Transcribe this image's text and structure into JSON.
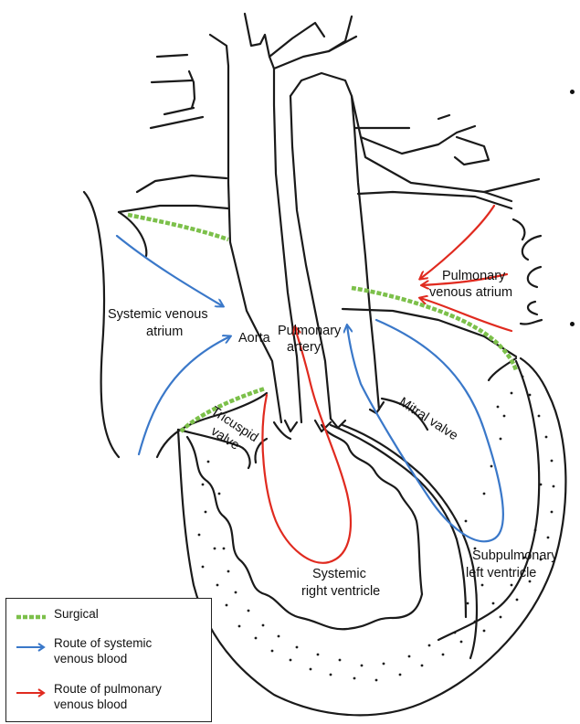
{
  "labels": {
    "pulmonary_venous_atrium": [
      "Pulmonary",
      "venous atrium"
    ],
    "systemic_venous_atrium": [
      "Systemic venous",
      "atrium"
    ],
    "aorta": "Aorta",
    "pulmonary_artery": [
      "Pulmonary",
      "artery"
    ],
    "tricuspid_valve": [
      "Tricuspid",
      "valve"
    ],
    "mitral_valve": "Mitral valve",
    "subpulmonary_left_ventricle": [
      "Subpulmonary",
      "left ventricle"
    ],
    "systemic_right_ventricle": [
      "Systemic",
      "right ventricle"
    ]
  },
  "legend": {
    "items": [
      {
        "text": [
          "Surgical"
        ],
        "color": "#7cc04a",
        "style": "dashed"
      },
      {
        "text": [
          "Route of systemic",
          "venous blood"
        ],
        "color": "#3a78c9",
        "style": "arrow"
      },
      {
        "text": [
          "Route of pulmonary",
          "venous blood"
        ],
        "color": "#e02a1f",
        "style": "arrow"
      }
    ]
  },
  "colors": {
    "surgical": "#7cc04a",
    "systemic_route": "#3a78c9",
    "pulmonary_route": "#e02a1f",
    "outline": "#1a1a1a"
  }
}
